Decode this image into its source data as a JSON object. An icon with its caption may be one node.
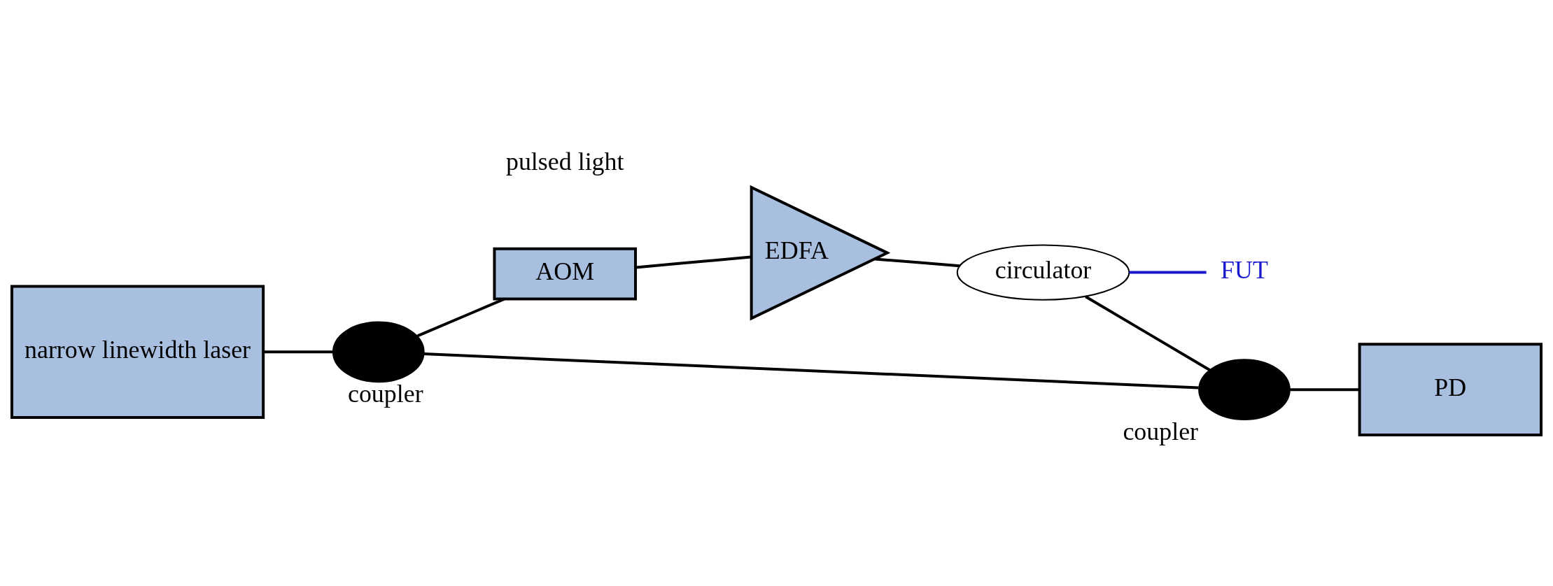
{
  "diagram": {
    "nodes": [
      {
        "text": [
          "narrow linewidth laser"
        ]
      },
      {
        "text": [
          "coupler"
        ]
      },
      {
        "text": [
          "AOM"
        ]
      },
      {
        "text": [
          "EDFA"
        ]
      },
      {
        "text": [
          "circulator"
        ]
      },
      {
        "text": [
          "FUT"
        ]
      },
      {
        "text": [
          "coupler"
        ]
      },
      {
        "text": [
          "PD"
        ]
      }
    ],
    "edges": [
      {
        "from": 0,
        "to": 1,
        "arrow": "none"
      },
      {
        "from": 1,
        "to": 2,
        "arrow": "none"
      },
      {
        "from": 2,
        "to": 3,
        "arrow": "none"
      },
      {
        "from": 3,
        "to": 4,
        "arrow": "none"
      },
      {
        "from": 4,
        "to": 5,
        "arrow": "none",
        "color": "#1a1acc"
      },
      {
        "from": 4,
        "to": 6,
        "arrow": "none"
      },
      {
        "from": 1,
        "to": 6,
        "arrow": "none"
      },
      {
        "from": 6,
        "to": 7,
        "arrow": "none"
      }
    ],
    "labels": [
      "pulsed light"
    ]
  }
}
